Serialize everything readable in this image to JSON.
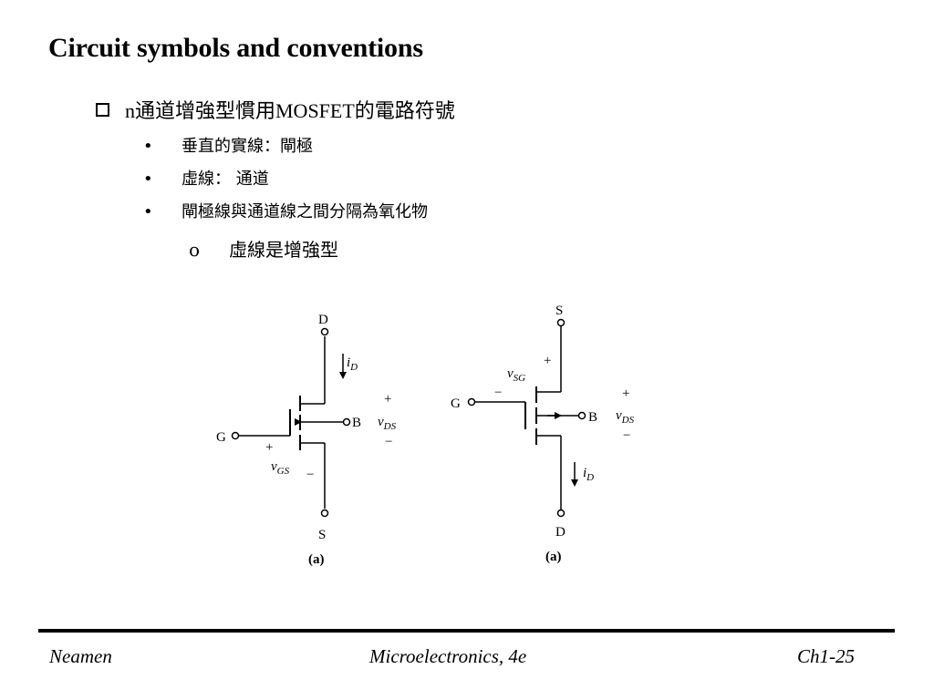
{
  "title": "Circuit symbols and conventions",
  "bullet_main": "n通道增強型慣用MOSFET的電路符號",
  "sub_items": [
    "垂直的實線：閘極",
    "虛線： 通道",
    "閘極線與通道線之間分隔為氧化物"
  ],
  "subsub_marker": "o",
  "subsub_item": "虛線是增強型",
  "figure_a": {
    "terminal_d": "D",
    "terminal_g": "G",
    "terminal_s": "S",
    "terminal_b": "B",
    "current": "i",
    "current_sub": "D",
    "vds": "v",
    "vds_sub": "DS",
    "vgs": "v",
    "vgs_sub": "GS",
    "plus": "+",
    "minus": "−",
    "caption": "(a)"
  },
  "figure_b": {
    "terminal_s": "S",
    "terminal_g": "G",
    "terminal_d": "D",
    "terminal_b": "B",
    "current": "i",
    "current_sub": "D",
    "vds": "v",
    "vds_sub": "DS",
    "vsg": "v",
    "vsg_sub": "SG",
    "plus": "+",
    "minus": "−",
    "caption": "(a)"
  },
  "footer": {
    "left": "Neamen",
    "center": "Microelectronics, 4e",
    "right": "Ch1-25"
  }
}
